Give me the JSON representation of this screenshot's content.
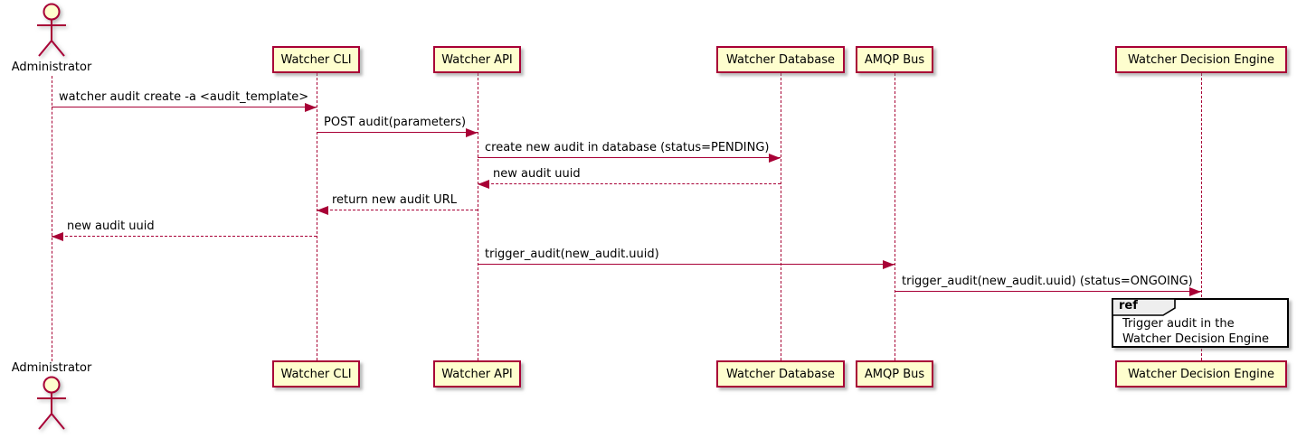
{
  "diagram": {
    "type": "sequence-diagram",
    "colors": {
      "participant_fill": "#FEFECE",
      "participant_border": "#A80036",
      "line": "#A80036",
      "text": "#000000",
      "ref_fill": "#FFFFFF",
      "ref_border": "#000000",
      "ref_tab": "#EEEEEE",
      "background": "#FFFFFF"
    },
    "actor": {
      "label": "Administrator"
    },
    "participants": [
      {
        "label": "Watcher CLI"
      },
      {
        "label": "Watcher API"
      },
      {
        "label": "Watcher Database"
      },
      {
        "label": "AMQP Bus"
      },
      {
        "label": "Watcher Decision Engine"
      }
    ],
    "messages": [
      {
        "from": "Administrator",
        "to": "Watcher CLI",
        "text": "watcher audit create -a <audit_template>",
        "line": "solid",
        "direction": "right"
      },
      {
        "from": "Watcher CLI",
        "to": "Watcher API",
        "text": "POST audit(parameters)",
        "line": "solid",
        "direction": "right"
      },
      {
        "from": "Watcher API",
        "to": "Watcher Database",
        "text": "create new audit in database (status=PENDING)",
        "line": "solid",
        "direction": "right"
      },
      {
        "from": "Watcher Database",
        "to": "Watcher API",
        "text": "new audit uuid",
        "line": "dashed",
        "direction": "left"
      },
      {
        "from": "Watcher API",
        "to": "Watcher CLI",
        "text": "return new audit URL",
        "line": "dashed",
        "direction": "left"
      },
      {
        "from": "Watcher CLI",
        "to": "Administrator",
        "text": "new audit uuid",
        "line": "dashed",
        "direction": "left"
      },
      {
        "from": "Watcher API",
        "to": "AMQP Bus",
        "text": "trigger_audit(new_audit.uuid)",
        "line": "solid",
        "direction": "right"
      },
      {
        "from": "AMQP Bus",
        "to": "Watcher Decision Engine",
        "text": "trigger_audit(new_audit.uuid) (status=ONGOING)",
        "line": "solid",
        "direction": "right"
      }
    ],
    "ref": {
      "keyword": "ref",
      "over": "Watcher Decision Engine",
      "lines": [
        "Trigger audit in the",
        "Watcher Decision Engine"
      ]
    }
  }
}
